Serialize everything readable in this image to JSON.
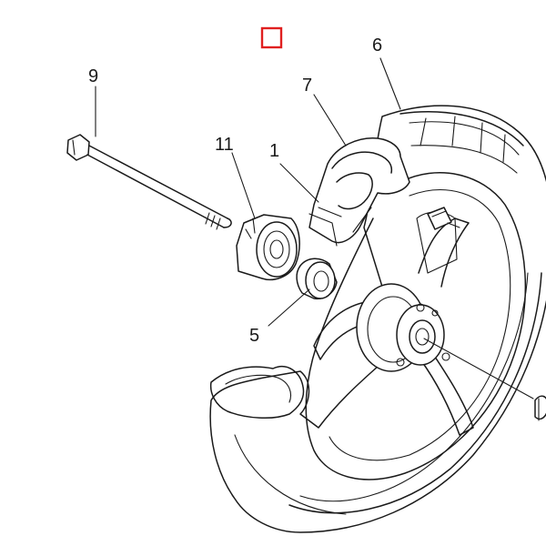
{
  "diagram": {
    "labels": {
      "part_1": "1",
      "part_5": "5",
      "part_6": "6",
      "part_7": "7",
      "part_9": "9",
      "part_11": "11"
    },
    "colors": {
      "line": "#1a1a1a",
      "marker": "#e02020",
      "background": "#ffffff"
    }
  }
}
